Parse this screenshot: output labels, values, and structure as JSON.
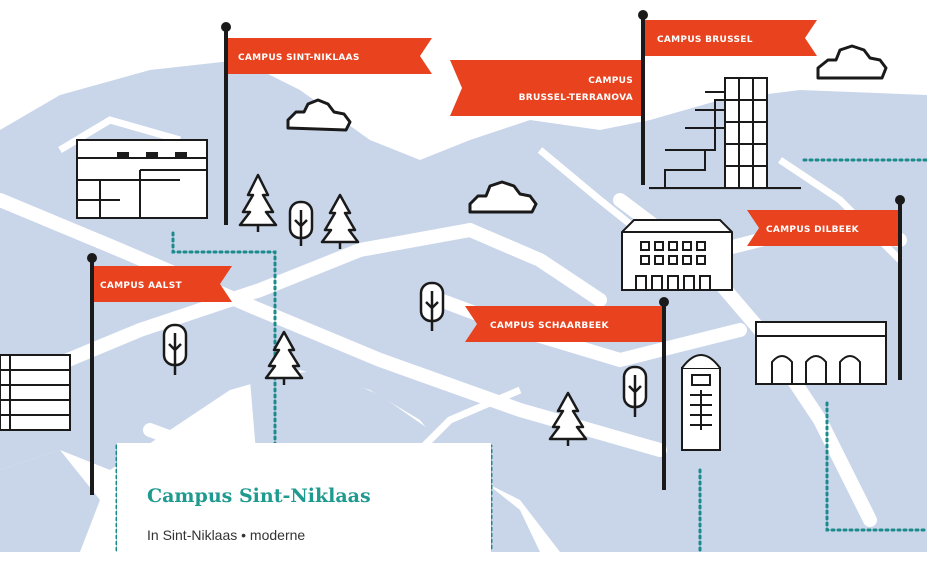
{
  "campuses": [
    {
      "label": "CAMPUS SINT-NIKLAAS"
    },
    {
      "label": "CAMPUS BRUSSEL"
    },
    {
      "label_line1": "CAMPUS",
      "label_line2": "BRUSSEL-TERRANOVA"
    },
    {
      "label": "CAMPUS AALST"
    },
    {
      "label": "CAMPUS DILBEEK"
    },
    {
      "label": "CAMPUS SCHAARBEEK"
    }
  ],
  "info_card": {
    "title": "Campus Sint-Niklaas",
    "description": "In Sint-Niklaas • moderne"
  },
  "colors": {
    "flag": "#e8421e",
    "map_blob": "#c9d6ea",
    "dotted_line": "#1a8a8a",
    "card_title": "#1f9a8f"
  }
}
